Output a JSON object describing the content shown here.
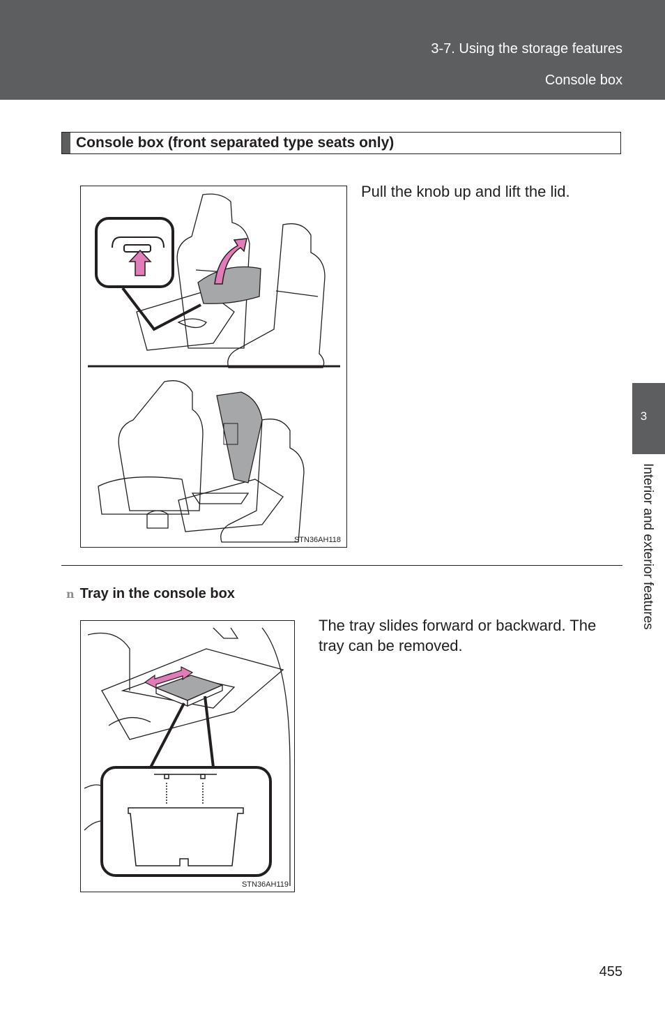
{
  "header": {
    "section": "3-7. Using the storage features",
    "topic": "Console box"
  },
  "side_tab": {
    "chapter_number": "3",
    "chapter_title": "Interior and exterior features"
  },
  "section": {
    "title": "Console box (front separated type seats only)"
  },
  "step1": {
    "instruction": "Pull the knob up and lift the lid.",
    "figure_code": "STN36AH118"
  },
  "tray": {
    "bullet": "n",
    "heading": "Tray in the console box",
    "description": "The tray slides forward or backward. The tray can be removed.",
    "figure_code": "STN36AH119"
  },
  "page_number": "455",
  "colors": {
    "band": "#5d5e60",
    "arrow": "#e27cb8",
    "lid": "#a6a7a9"
  }
}
